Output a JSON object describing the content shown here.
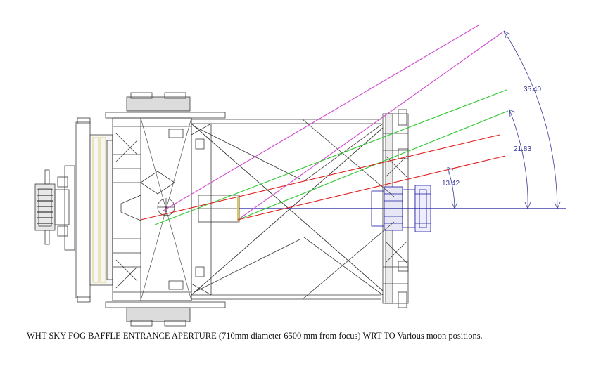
{
  "caption": "WHT SKY FOG BAFFLE ENTRANCE APERTURE (710mm diameter 6500 mm from focus) WRT TO Various moon positions.",
  "angles": [
    "35.40",
    "21.83",
    "13.42"
  ],
  "colors": {
    "structure": "#3a3a3a",
    "axis": "#1a1aa0",
    "ray_magenta": "#d24ad2",
    "ray_green": "#2ec82e",
    "ray_red": "#e01e1e",
    "dimension": "#3a3a9a",
    "aperture": "#d8c85a"
  }
}
